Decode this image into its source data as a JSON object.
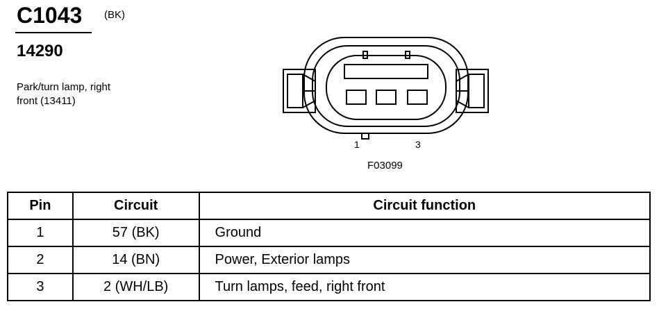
{
  "connector": {
    "id": "C1043",
    "color": "(BK)",
    "part_number": "14290",
    "description_lines": [
      "Park/turn lamp, right",
      "front (13411)"
    ]
  },
  "diagram": {
    "pin_labels": [
      "1",
      "3"
    ],
    "figure_id": "F03099"
  },
  "table": {
    "headers": [
      "Pin",
      "Circuit",
      "Circuit function"
    ],
    "rows": [
      {
        "pin": "1",
        "circuit": "57 (BK)",
        "function": "Ground"
      },
      {
        "pin": "2",
        "circuit": "14 (BN)",
        "function": "Power, Exterior lamps"
      },
      {
        "pin": "3",
        "circuit": "2 (WH/LB)",
        "function": "Turn lamps, feed, right front"
      }
    ]
  }
}
